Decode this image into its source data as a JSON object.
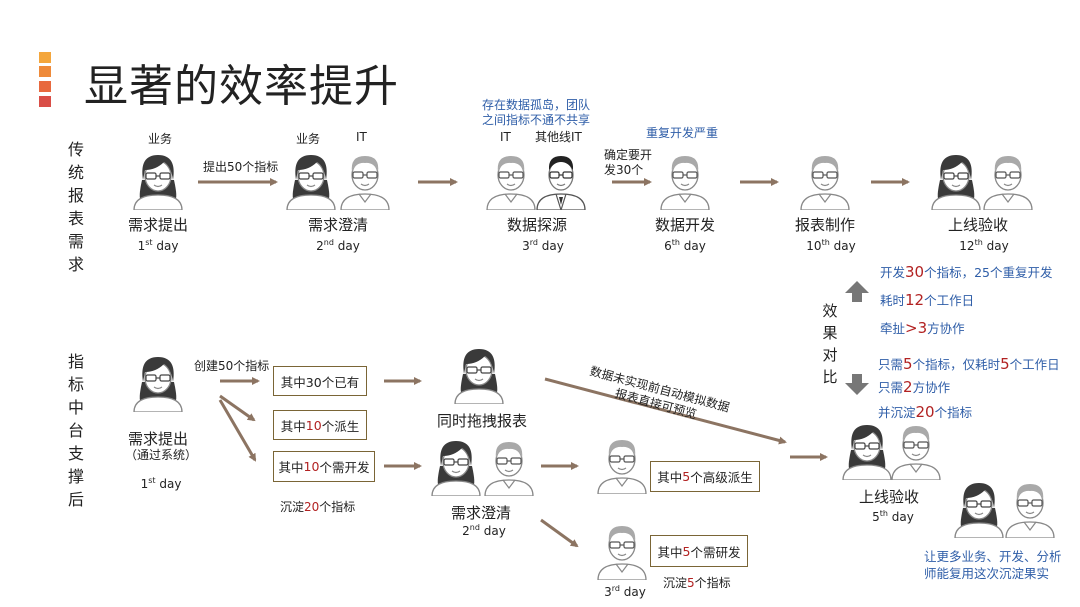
{
  "title": "显著的效率提升",
  "accent_colors": [
    "#f4a63c",
    "#ee8a3a",
    "#e8693e",
    "#d94e47"
  ],
  "arrow_color": "#8c7462",
  "traditional": {
    "row_label": "传统报表需求",
    "step1": {
      "role": "业务",
      "stage": "需求提出",
      "day_n": "1",
      "day_sup": "st",
      "day_word": " day"
    },
    "arrow1_label": "提出50个指标",
    "step2": {
      "role_a": "业务",
      "role_b": "IT",
      "stage": "需求澄清",
      "day_n": "2",
      "day_sup": "nd",
      "day_word": " day"
    },
    "step3": {
      "note_line1": "存在数据孤岛，团队",
      "note_line2": "之间指标不通不共享",
      "role_a": "IT",
      "role_b": "其他线IT",
      "stage": "数据探源",
      "day_n": "3",
      "day_sup": "rd",
      "day_word": " day"
    },
    "arrow3_label_line1": "确定要开",
    "arrow3_label_line2": "发30个",
    "step4": {
      "note": "重复开发严重",
      "stage": "数据开发",
      "day_n": "6",
      "day_sup": "th",
      "day_word": " day"
    },
    "step5": {
      "stage": "报表制作",
      "day_n": "10",
      "day_sup": "th",
      "day_word": " day"
    },
    "step6": {
      "stage": "上线验收",
      "day_n": "12",
      "day_sup": "th",
      "day_word": " day"
    }
  },
  "comparison": {
    "label": "效果对比",
    "before": [
      {
        "pre": "开发",
        "num": "30",
        "post": "个指标，25个重复开发"
      },
      {
        "pre": "耗时",
        "num": "12",
        "post": "个工作日"
      },
      {
        "pre": "牵扯",
        "num": ">3",
        "post": "方协作"
      }
    ],
    "after": [
      {
        "pre": "只需",
        "num": "5",
        "mid": "个指标，仅耗时",
        "num2": "5",
        "post": "个工作日"
      },
      {
        "pre": "只需",
        "num": "2",
        "post": "方协作"
      },
      {
        "pre": "并沉淀",
        "num": "20",
        "post": "个指标"
      }
    ]
  },
  "platform": {
    "row_label": "指标中台支撑后",
    "step1": {
      "stage": "需求提出",
      "sub": "（通过系统）",
      "day_n": "1",
      "day_sup": "st",
      "day_word": " day"
    },
    "create_label": "创建50个指标",
    "box_existing": {
      "pre": "其中30个已有"
    },
    "box_derived": {
      "pre": "其中",
      "num": "10",
      "post": "个派生"
    },
    "box_develop": {
      "pre": "其中",
      "num": "10",
      "post": "个需开发"
    },
    "settle": {
      "pre": "沉淀",
      "num": "20",
      "post": "个指标"
    },
    "drag_stage": "同时拖拽报表",
    "diag_note_line1": "数据未实现前自动模拟数据",
    "diag_note_line2": "报表直接可预览",
    "clarify": {
      "stage": "需求澄清",
      "day_n": "2",
      "day_sup": "nd",
      "day_word": " day"
    },
    "box_adv": {
      "pre": "其中",
      "num": "5",
      "post": "个高级派生"
    },
    "box_rd": {
      "pre": "其中",
      "num": "5",
      "post": "个需研发"
    },
    "settle2": {
      "pre": "沉淀",
      "num": "5",
      "post": "个指标"
    },
    "day3": {
      "day_n": "3",
      "day_sup": "rd",
      "day_word": " day"
    },
    "final": {
      "stage": "上线验收",
      "day_n": "5",
      "day_sup": "th",
      "day_word": " day"
    },
    "reuse_line1": "让更多业务、开发、分析",
    "reuse_line2": "师能复用这次沉淀果实"
  }
}
